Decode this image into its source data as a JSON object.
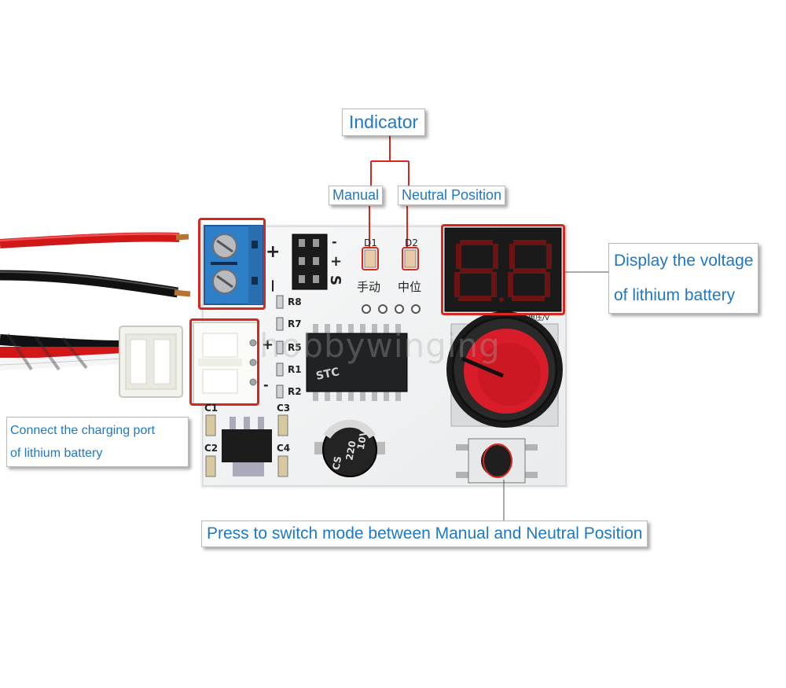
{
  "callouts": {
    "indicator": "Indicator",
    "manual": "Manual",
    "neutral": "Neutral Position",
    "display_line1": "Display the voltage",
    "display_line2": "of lithium battery",
    "charging_line1": "Connect the charging port",
    "charging_line2": "of lithium battery",
    "press": "Press to switch mode between Manual and Neutral Position"
  },
  "board": {
    "label_d1": "D1",
    "label_d2": "D2",
    "label_manual_cn": "手动",
    "label_neutral_cn": "中位",
    "label_voltage_cn": "电压/V",
    "terminal_plus": "+",
    "terminal_minus": "—",
    "servo_pins": [
      "-",
      "+",
      "S"
    ],
    "resistors": [
      "R8",
      "R7",
      "R5",
      "R1",
      "R2"
    ],
    "caps": [
      "C1",
      "C2",
      "C3",
      "C4"
    ],
    "capacitor_text": [
      "CS",
      "220",
      "10V"
    ],
    "chip_text": "STC",
    "watermark": "hobbywinging"
  },
  "colors": {
    "callout_text": "#1d78c8",
    "highlight": "#d8281e",
    "pcb": "#f4f4f4",
    "knob": "#d81c2a"
  },
  "icons": [
    "screw-terminal-icon",
    "jst-connector-icon",
    "seven-segment-display-icon",
    "potentiometer-knob-icon",
    "tactile-button-icon"
  ]
}
